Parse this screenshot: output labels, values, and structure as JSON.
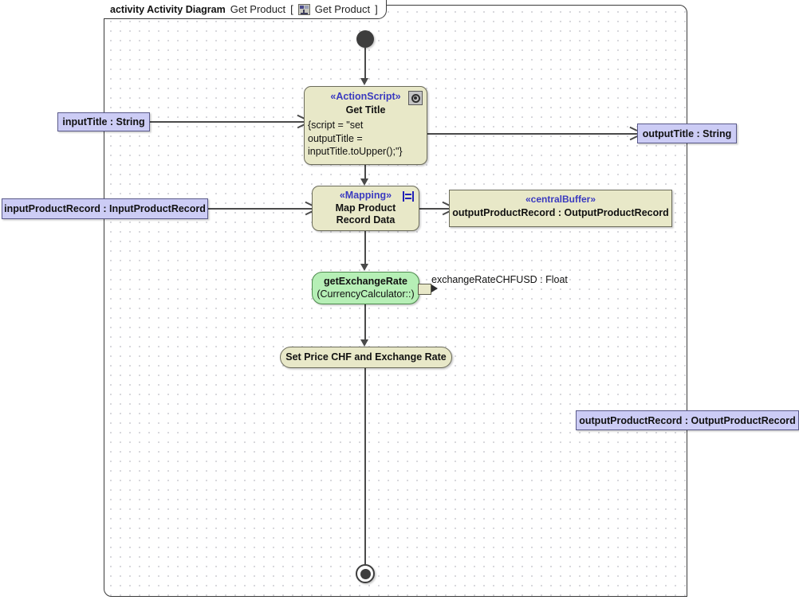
{
  "frame": {
    "kind_label": "activity Activity Diagram",
    "diagram_name": "Get Product",
    "bracket_open": "[",
    "bracket_close": "]",
    "qualified_name": "Get Product",
    "icon": "activity-diagram-icon"
  },
  "nodes": {
    "initial": {
      "name": "initial-node"
    },
    "get_title": {
      "stereotype": "«ActionScript»",
      "name": "Get Title",
      "body_line_1": "{script = \"set",
      "body_line_2": "outputTitle =",
      "body_line_3": "inputTitle.toUpper();\"}",
      "badge": "actionscript-icon",
      "fill": "#e8e8c8"
    },
    "mapping": {
      "stereotype": "«Mapping»",
      "name_line_1": "Map Product",
      "name_line_2": "Record Data",
      "badge": "mapping-icon",
      "fill": "#e8e8c8"
    },
    "central_buffer": {
      "stereotype": "«centralBuffer»",
      "name": "outputProductRecord : OutputProductRecord",
      "fill": "#e8e8c8"
    },
    "exchange_rate": {
      "name": "getExchangeRate",
      "sub": "(CurrencyCalculator::)",
      "fill": "#b6efb6",
      "output_pin_label": "exchangeRateCHFUSD : Float"
    },
    "set_price": {
      "name": "Set Price CHF and Exchange Rate",
      "fill": "#e8e8c8"
    },
    "final": {
      "name": "activity-final-node"
    }
  },
  "parameters": {
    "input_title": {
      "label": "inputTitle : String",
      "fill": "#ccccf5"
    },
    "input_product_record": {
      "label": "inputProductRecord : InputProductRecord",
      "fill": "#ccccf5"
    },
    "output_title": {
      "label": "outputTitle : String",
      "fill": "#ccccf5"
    },
    "output_product_record": {
      "label": "outputProductRecord : OutputProductRecord",
      "fill": "#ccccf5"
    }
  },
  "colors": {
    "action_fill": "#e8e8c8",
    "call_behavior_fill": "#b6efb6",
    "parameter_fill": "#ccccf5",
    "stereotype_text": "#3a3ac0",
    "edge": "#4a4a4a",
    "frame_border": "#3a3a3a"
  }
}
